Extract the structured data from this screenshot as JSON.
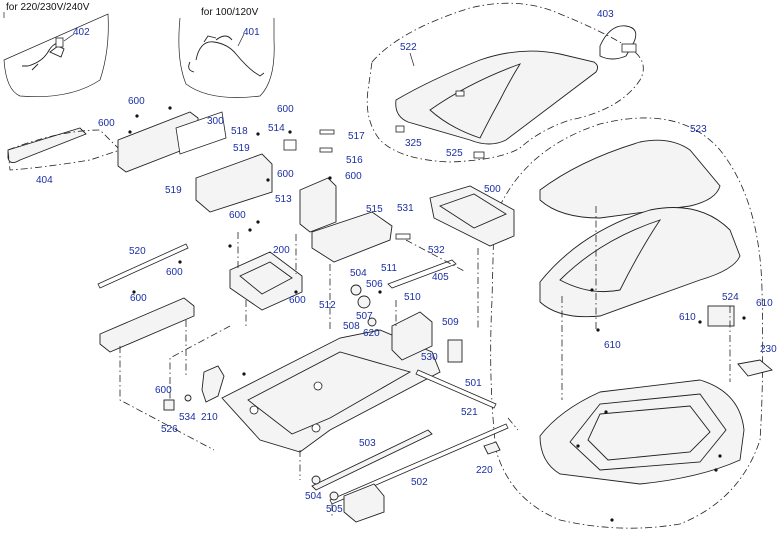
{
  "captions": {
    "voltage_220": "for 220/230V/240V",
    "voltage_100": "for 100/120V"
  },
  "part_numbers": {
    "p402": "402",
    "p401": "401",
    "p403": "403",
    "p522": "522",
    "p523": "523",
    "p325a": "325",
    "p525": "525",
    "p600": "600",
    "p300": "300",
    "p518": "518",
    "p519": "519",
    "p514": "514",
    "p517": "517",
    "p516": "516",
    "p513": "513",
    "p500": "500",
    "p515": "515",
    "p531": "531",
    "p532": "532",
    "p511": "511",
    "p405": "405",
    "p404": "404",
    "p520": "520",
    "p200": "200",
    "p504": "504",
    "p506": "506",
    "p512": "512",
    "p507": "507",
    "p510": "510",
    "p508": "508",
    "p620": "620",
    "p509": "509",
    "p530": "530",
    "p501": "501",
    "p521": "521",
    "p534": "534",
    "p210": "210",
    "p526": "526",
    "p503": "503",
    "p502": "502",
    "p505": "505",
    "p220": "220",
    "p524": "524",
    "p610": "610",
    "p230": "230"
  },
  "colors": {
    "part_number": "#1a2fa6",
    "line": "#222222",
    "caption": "#111111"
  }
}
